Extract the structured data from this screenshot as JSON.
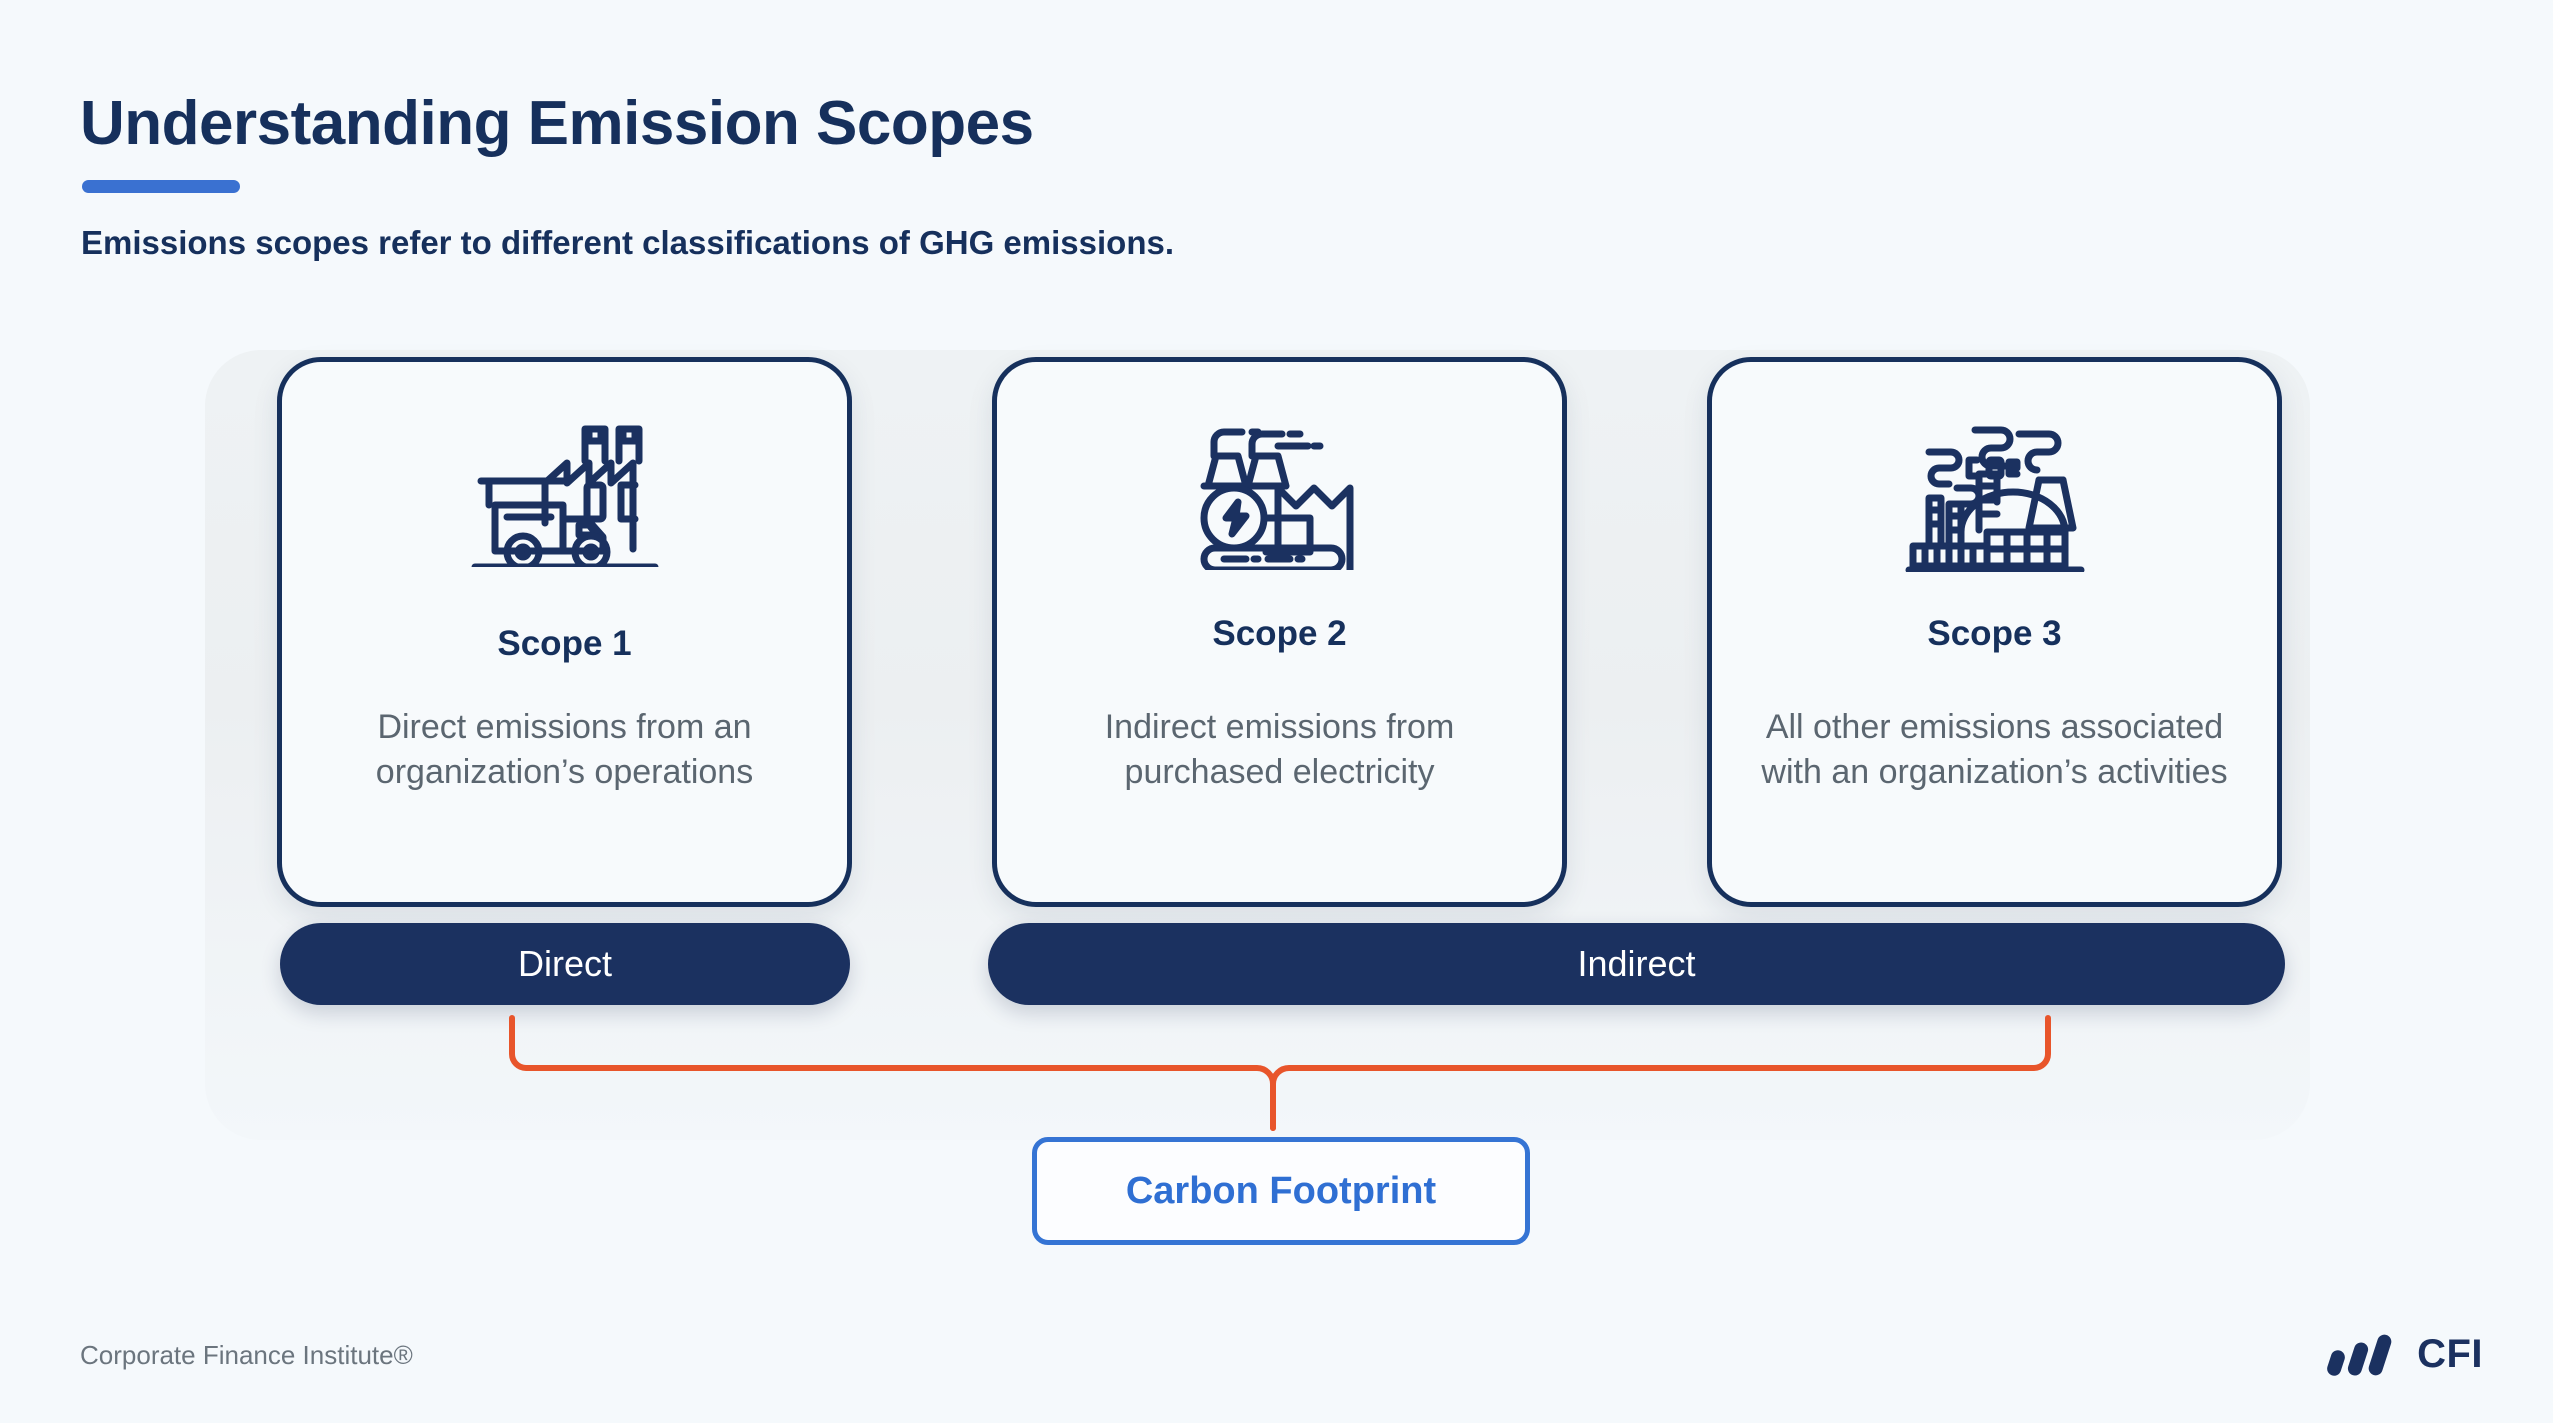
{
  "header": {
    "title": "Understanding Emission Scopes",
    "subtitle": "Emissions scopes refer to different classifications of GHG emissions.",
    "accent_color": "#3a71d1",
    "title_color": "#16305c"
  },
  "cards": [
    {
      "id": "scope-1",
      "icon": "factory-truck-icon",
      "heading": "Scope 1",
      "body": "Direct emissions from an organization’s operations"
    },
    {
      "id": "scope-2",
      "icon": "power-plant-electricity-icon",
      "heading": "Scope 2",
      "body": "Indirect emissions from purchased electricity"
    },
    {
      "id": "scope-3",
      "icon": "industrial-plant-co2-icon",
      "heading": "Scope 3",
      "body": "All other emissions associated with an organization’s activities"
    }
  ],
  "pills": [
    {
      "id": "direct",
      "label": "Direct",
      "color": "#1b3160",
      "covers": [
        "scope-1"
      ]
    },
    {
      "id": "indirect",
      "label": "Indirect",
      "color": "#1b3160",
      "covers": [
        "scope-2",
        "scope-3"
      ]
    }
  ],
  "connector": {
    "name": "carbon-footprint-bracket",
    "color": "#e8552b"
  },
  "summary": {
    "label": "Carbon Footprint",
    "text_color": "#2f6fd3",
    "border_color": "#3574d4"
  },
  "footer": {
    "brand": "Corporate Finance Institute®",
    "logo_text": "CFI",
    "logo_color": "#1b3160"
  }
}
